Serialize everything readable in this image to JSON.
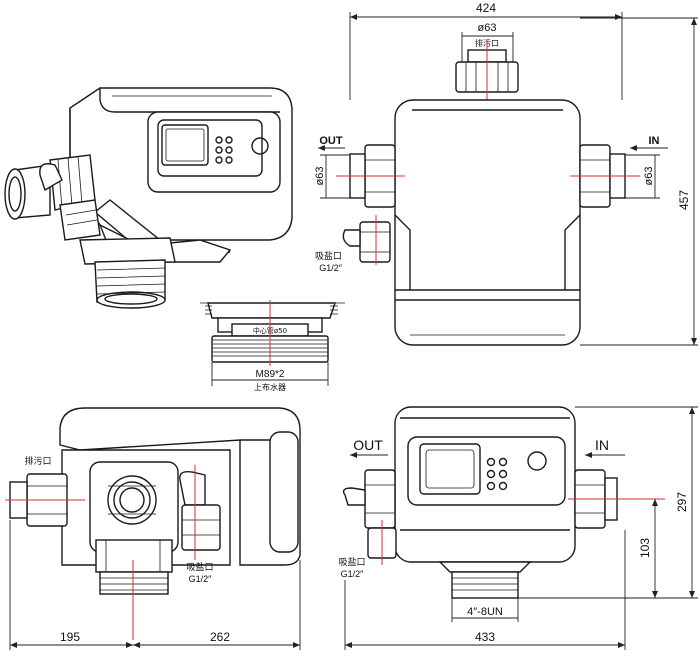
{
  "top_right": {
    "width_label": "424",
    "port_dia_label": "ø63",
    "drain_label": "排污口",
    "out_label": "OUT",
    "in_label": "IN",
    "left_dia_label": "ø63",
    "right_dia_label": "ø63",
    "height_label": "457",
    "brine_label": "吸盐口",
    "brine_size": "G1/2″"
  },
  "center": {
    "center_pipe_label": "中心管ø50",
    "thread_label": "M89*2",
    "distributor_label": "上布水器"
  },
  "bottom_left": {
    "drain_label": "排污口",
    "brine_label": "吸盐口",
    "brine_size": "G1/2″",
    "dim_left": "195",
    "dim_right": "262"
  },
  "bottom_right": {
    "out_label": "OUT",
    "in_label": "IN",
    "brine_label": "吸盐口",
    "brine_size": "G1/2″",
    "height_label": "297",
    "port_height_label": "103",
    "thread_label": "4″-8UN",
    "width_label": "433"
  },
  "colors": {
    "line": "#1a1a1a",
    "centerline": "#d0312d",
    "screen": "#ffffff"
  }
}
